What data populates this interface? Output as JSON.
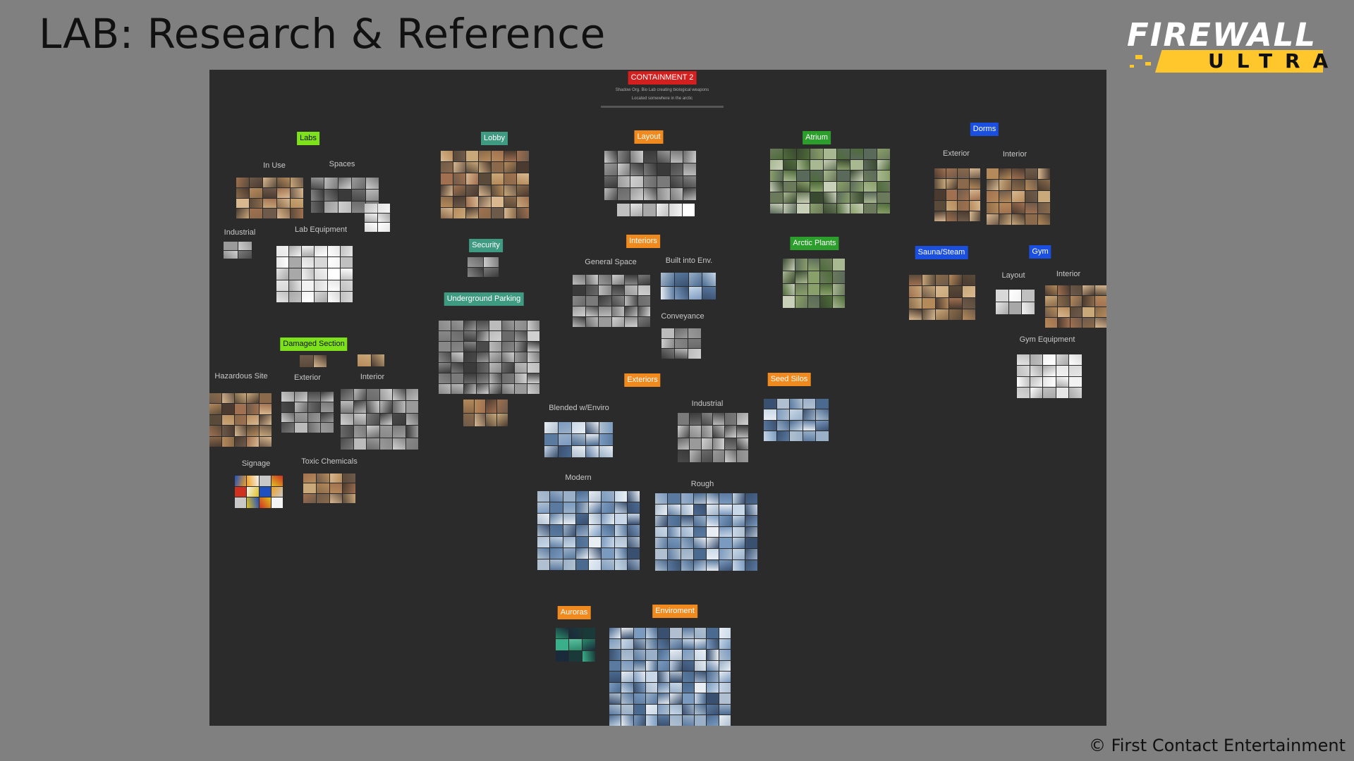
{
  "title": "LAB: Research & Reference",
  "logo": {
    "top": "FIREWALL",
    "bottom": "ULTRA",
    "accent": "#ffc72c"
  },
  "copyright": "© First Contact Entertainment",
  "board": {
    "header": "CONTAINMENT 2",
    "desc": [
      "Shadow Org. Bio Lab creating biological weapons",
      "Located somewhere in the arctic"
    ],
    "tags": {
      "labs": "Labs",
      "lobby": "Lobby",
      "layout": "Layout",
      "atrium": "Atrium",
      "dorms": "Dorms",
      "security": "Security",
      "interiors": "Interiors",
      "arctic_plants": "Arctic Plants",
      "sauna": "Sauna/Steam",
      "gym": "Gym",
      "parking": "Underground Parking",
      "damaged": "Damaged Section",
      "exteriors": "Exteriors",
      "seed_silos": "Seed Silos",
      "auroras": "Auroras",
      "enviroment": "Enviroment"
    },
    "labels": {
      "in_use": "In Use",
      "spaces": "Spaces",
      "industrial": "Industrial",
      "lab_equipment": "Lab Equipment",
      "dorms_exterior": "Exterior",
      "dorms_interior": "Interior",
      "general_space": "General Space",
      "built_into": "Built into Env.",
      "conveyance": "Conveyance",
      "gym_layout": "Layout",
      "gym_interior": "Interior",
      "gym_equipment": "Gym Equipment",
      "hazardous": "Hazardous Site",
      "damaged_exterior": "Exterior",
      "damaged_interior": "Interior",
      "blended": "Blended w/Enviro",
      "ext_industrial": "Industrial",
      "signage": "Signage",
      "toxic": "Toxic Chemicals",
      "modern": "Modern",
      "rough": "Rough"
    }
  },
  "colors": {
    "background": "#808080",
    "board": "#2b2b2b",
    "lime": "#7ee21a",
    "teal": "#3f9a82",
    "orange": "#f08a1e",
    "green": "#2b9e2b",
    "blue": "#1a4fe0",
    "red": "#d41f1f"
  }
}
